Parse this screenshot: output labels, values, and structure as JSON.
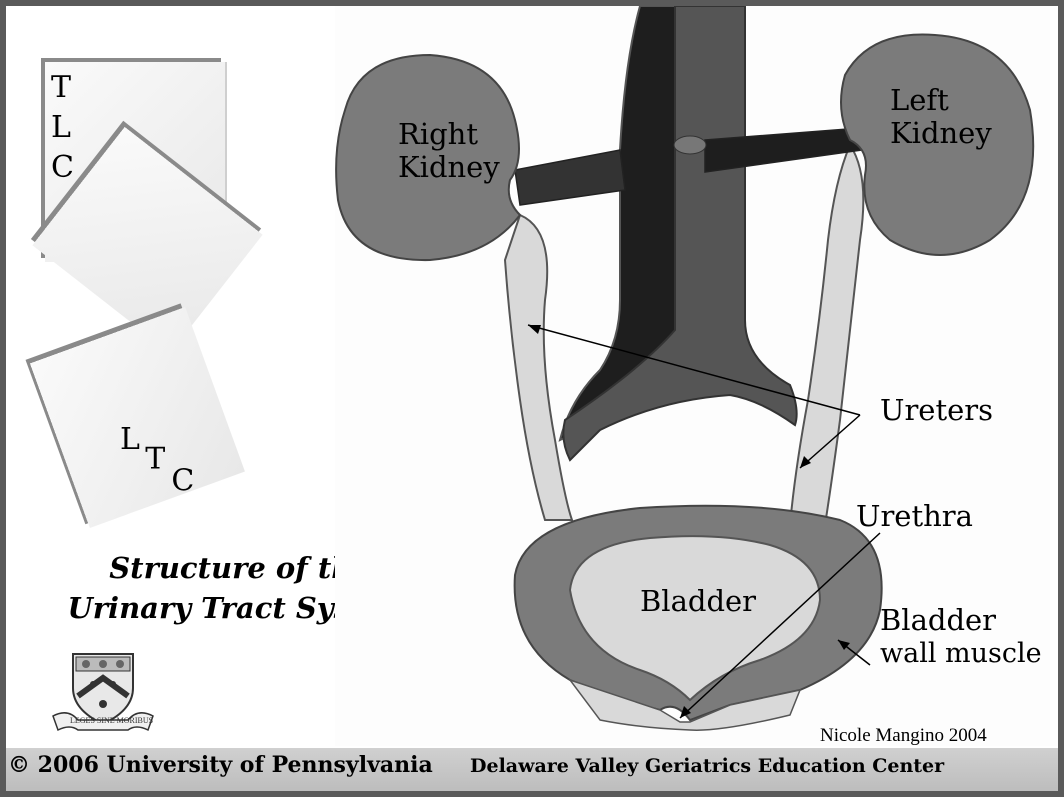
{
  "cards": {
    "top_letters": [
      "T",
      "L",
      "C"
    ],
    "bottom_letters": [
      "L",
      "T",
      "C"
    ]
  },
  "caption": {
    "line1": "Structure of the",
    "line2": "Urinary Tract System"
  },
  "seal": {
    "motto": "LEGES SINE MORIBUS"
  },
  "labels": {
    "right_kidney_1": "Right",
    "right_kidney_2": "Kidney",
    "left_kidney_1": "Left",
    "left_kidney_2": "Kidney",
    "ureters": "Ureters",
    "urethra": "Urethra",
    "bladder": "Bladder",
    "bladder_wall_1": "Bladder",
    "bladder_wall_2": "wall muscle"
  },
  "credit": "Nicole Mangino 2004",
  "footer": {
    "main": "© 2006 University of Pennsylvania",
    "sub": "Delaware Valley Geriatrics Education Center"
  },
  "colors": {
    "organ": "#7b7b7b",
    "organ_light": "#d9d9d9",
    "vessel_dark": "#1e1e1e",
    "vessel_mid": "#555555",
    "frame": "#5a5a5a"
  }
}
